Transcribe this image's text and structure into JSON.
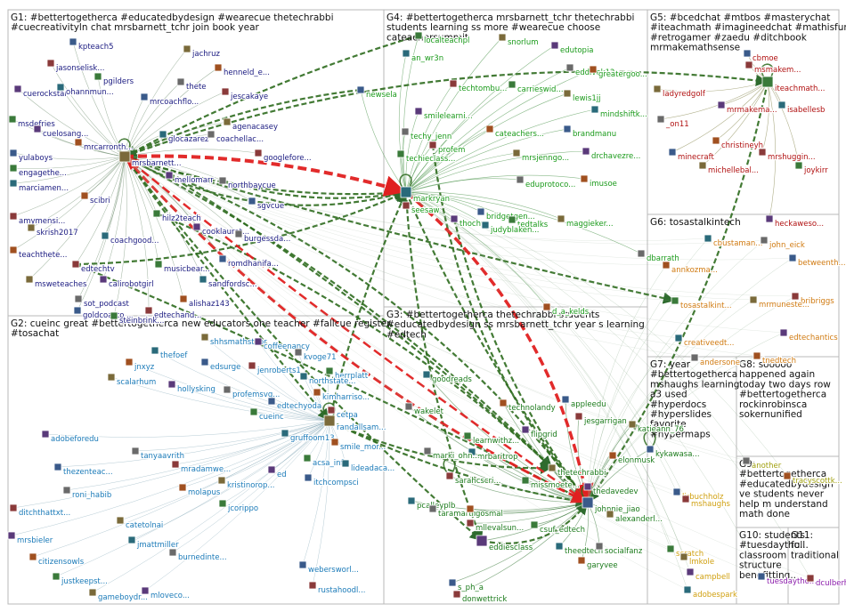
{
  "groups": [
    {
      "id": "G1",
      "lines": [
        "G1: #bettertogetherca #educatedbydesign #wearecue thetechrabbi",
        "#cuecreativityln chat mrsbarnett_tchr join book year"
      ],
      "color": "#1a1a80"
    },
    {
      "id": "G2",
      "lines": [
        "G2: cueinc great #bettertogetherca new educators one teacher #fallcue register",
        "#tosachat"
      ],
      "color": "#1a7ab8"
    },
    {
      "id": "G3",
      "lines": [
        "G3: #bettertogetherca thetechrabbi students",
        "#educatedbydesign ss mrsbarnett_tchr year s learning",
        "#edtech"
      ],
      "color": "#1a7a1a"
    },
    {
      "id": "G4",
      "lines": [
        "G4: #bettertogetherca mrsbarnett_tchr thetechrabbi",
        "students learning ss more #wearecue choose",
        "cateachersummit"
      ],
      "color": "#1a9a1a"
    },
    {
      "id": "G5",
      "lines": [
        "G5: #bcedchat #mtbos #masterychat",
        "#iteachmath #imagineedchat #mathisfun",
        "#retrogamer #zaedu #ditchbook",
        "mrmakemathsense"
      ],
      "color": "#b01010"
    },
    {
      "id": "G6",
      "lines": [
        "G6: tosastalkintech"
      ],
      "color": "#d07a10"
    },
    {
      "id": "G7",
      "lines": [
        "G7: year",
        "#bettertogetherca",
        "mshaughs learning",
        "a3 used",
        "#hyperdocs",
        "#hyperslides",
        "favorite",
        "#hypermaps"
      ],
      "color": "#d0a010"
    },
    {
      "id": "G8",
      "lines": [
        "G8: sooooo",
        "happened again",
        "today two days row",
        "#bettertogetherca",
        "rockinrobinsca",
        "sokernunified"
      ],
      "color": "#a0a010"
    },
    {
      "id": "G9",
      "lines": [
        "G9:",
        "#bettertogetherca",
        "#educatedbydesign",
        "ve students never",
        "help m understand",
        "math done"
      ],
      "color": "#5a2a8a"
    },
    {
      "id": "G10",
      "lines": [
        "G10: students",
        "#tuesdaytho...",
        "classroom",
        "structure",
        "benefitting..."
      ],
      "color": "#8a1aaa"
    },
    {
      "id": "G11",
      "lines": [
        "G11:",
        "full",
        "traditional"
      ],
      "color": "#8a1aaa"
    }
  ],
  "nodes": [
    {
      "label": "kpteach5",
      "g": "G1"
    },
    {
      "label": "jasonselisk...",
      "g": "G1"
    },
    {
      "label": "pgilders",
      "g": "G1"
    },
    {
      "label": "jachruz",
      "g": "G1"
    },
    {
      "label": "cuerockstar",
      "g": "G1"
    },
    {
      "label": "ohannmun...",
      "g": "G1"
    },
    {
      "label": "thete",
      "g": "G1"
    },
    {
      "label": "henneld_e...",
      "g": "G1"
    },
    {
      "label": "mrcoachflo...",
      "g": "G1"
    },
    {
      "label": "jescakaye",
      "g": "G1"
    },
    {
      "label": "msdefries",
      "g": "G1"
    },
    {
      "label": "agenacasey",
      "g": "G1"
    },
    {
      "label": "cuelosang...",
      "g": "G1"
    },
    {
      "label": "glocazarez",
      "g": "G1"
    },
    {
      "label": "coachellac...",
      "g": "G1"
    },
    {
      "label": "mrcarronth...",
      "g": "G1"
    },
    {
      "label": "yulaboys",
      "g": "G1"
    },
    {
      "label": "googlefore...",
      "g": "G1"
    },
    {
      "label": "engagethe...",
      "g": "G1"
    },
    {
      "label": "mrsbarnett...",
      "g": "G1"
    },
    {
      "label": "mellomarr",
      "g": "G1"
    },
    {
      "label": "marciamen...",
      "g": "G1"
    },
    {
      "label": "northbaycue",
      "g": "G1"
    },
    {
      "label": "scibri",
      "g": "G1"
    },
    {
      "label": "sgvcue",
      "g": "G1"
    },
    {
      "label": "amymensi...",
      "g": "G1"
    },
    {
      "label": "hilz2teach",
      "g": "G1"
    },
    {
      "label": "skrish2017",
      "g": "G1"
    },
    {
      "label": "cooklaurat...",
      "g": "G1"
    },
    {
      "label": "coachgood...",
      "g": "G1"
    },
    {
      "label": "burgessda...",
      "g": "G1"
    },
    {
      "label": "teachthete...",
      "g": "G1"
    },
    {
      "label": "romdhanifa...",
      "g": "G1"
    },
    {
      "label": "edtechtv",
      "g": "G1"
    },
    {
      "label": "musicbear...",
      "g": "G1"
    },
    {
      "label": "msweteaches",
      "g": "G1"
    },
    {
      "label": "calirobotgirl",
      "g": "G1"
    },
    {
      "label": "sandfordsc...",
      "g": "G1"
    },
    {
      "label": "sot_podcast",
      "g": "G1"
    },
    {
      "label": "alishaz143",
      "g": "G1"
    },
    {
      "label": "goldcoasto...",
      "g": "G1"
    },
    {
      "label": "edtechand...",
      "g": "G1"
    },
    {
      "label": "steinbrink...",
      "g": "G1"
    },
    {
      "label": "shhsmathsthor",
      "g": "G2"
    },
    {
      "label": "coffeenancy",
      "g": "G2"
    },
    {
      "label": "thefoef",
      "g": "G2"
    },
    {
      "label": "kvoge71",
      "g": "G2"
    },
    {
      "label": "jnxyz",
      "g": "G2"
    },
    {
      "label": "edsurge",
      "g": "G2"
    },
    {
      "label": "jenroberts1",
      "g": "G2"
    },
    {
      "label": "herrplatt",
      "g": "G2"
    },
    {
      "label": "scalarhum",
      "g": "G2"
    },
    {
      "label": "hollysking",
      "g": "G2"
    },
    {
      "label": "northstate...",
      "g": "G2"
    },
    {
      "label": "profemsvg...",
      "g": "G2"
    },
    {
      "label": "kimharriso...",
      "g": "G2"
    },
    {
      "label": "edtechyoda",
      "g": "G2"
    },
    {
      "label": "cetpa",
      "g": "G2"
    },
    {
      "label": "cueinc",
      "g": "G2"
    },
    {
      "label": "randallsam...",
      "g": "G2"
    },
    {
      "label": "adobeforedu",
      "g": "G2"
    },
    {
      "label": "gruffoom13",
      "g": "G2"
    },
    {
      "label": "tanyaavrith",
      "g": "G2"
    },
    {
      "label": "smile_mor...",
      "g": "G2"
    },
    {
      "label": "thezenteac...",
      "g": "G2"
    },
    {
      "label": "mradamwe...",
      "g": "G2"
    },
    {
      "label": "acsa_info",
      "g": "G2"
    },
    {
      "label": "kristinorop...",
      "g": "G2"
    },
    {
      "label": "ed",
      "g": "G2"
    },
    {
      "label": "lideadaca...",
      "g": "G2"
    },
    {
      "label": "roni_habib",
      "g": "G2"
    },
    {
      "label": "molapus",
      "g": "G2"
    },
    {
      "label": "itchcompsci",
      "g": "G2"
    },
    {
      "label": "ditchthattxt...",
      "g": "G2"
    },
    {
      "label": "jcorippo",
      "g": "G2"
    },
    {
      "label": "catetolnai",
      "g": "G2"
    },
    {
      "label": "mrsbieler",
      "g": "G2"
    },
    {
      "label": "jmattmiller",
      "g": "G2"
    },
    {
      "label": "burnedinte...",
      "g": "G2"
    },
    {
      "label": "citizensowls",
      "g": "G2"
    },
    {
      "label": "webersworl...",
      "g": "G2"
    },
    {
      "label": "rustahoodl...",
      "g": "G2"
    },
    {
      "label": "justkeepst...",
      "g": "G2"
    },
    {
      "label": "gameboydr...",
      "g": "G2"
    },
    {
      "label": "mloveco...",
      "g": "G2"
    },
    {
      "label": "goodreads",
      "g": "G3"
    },
    {
      "label": "wakelet",
      "g": "G3"
    },
    {
      "label": "technolandy",
      "g": "G3"
    },
    {
      "label": "appleedu",
      "g": "G3"
    },
    {
      "label": "jesgarrigan",
      "g": "G3"
    },
    {
      "label": "learnwithz...",
      "g": "G3"
    },
    {
      "label": "katieann_76",
      "g": "G3"
    },
    {
      "label": "flipgrid",
      "g": "G3"
    },
    {
      "label": "mrbaritrop",
      "g": "G3"
    },
    {
      "label": "marki_ohn...",
      "g": "G3"
    },
    {
      "label": "elonmusk",
      "g": "G3"
    },
    {
      "label": "kykawasa...",
      "g": "G3"
    },
    {
      "label": "sarahcscri...",
      "g": "G3"
    },
    {
      "label": "missmoete...",
      "g": "G3"
    },
    {
      "label": "thetechrabbi",
      "g": "G3"
    },
    {
      "label": "thedavedev",
      "g": "G3"
    },
    {
      "label": "pcalleyplb",
      "g": "G3"
    },
    {
      "label": "taramartin...",
      "g": "G3"
    },
    {
      "label": "gosmal",
      "g": "G3"
    },
    {
      "label": "johnnie_jiao",
      "g": "G3"
    },
    {
      "label": "mllevalsun...",
      "g": "G3"
    },
    {
      "label": "csuf_edtech",
      "g": "G3"
    },
    {
      "label": "alexanderl...",
      "g": "G3"
    },
    {
      "label": "eddiesclass",
      "g": "G3"
    },
    {
      "label": "theedtech",
      "g": "G3"
    },
    {
      "label": "socialfanz",
      "g": "G3"
    },
    {
      "label": "garyvee",
      "g": "G3"
    },
    {
      "label": "s_ph_a",
      "g": "G3"
    },
    {
      "label": "donwettrick",
      "g": "G3"
    },
    {
      "label": "localteachpl",
      "g": "G4"
    },
    {
      "label": "snorlum",
      "g": "G4"
    },
    {
      "label": "edutopia",
      "g": "G4"
    },
    {
      "label": "an_wr3n",
      "g": "G4"
    },
    {
      "label": "eddivek12",
      "g": "G4"
    },
    {
      "label": "greatergoo...",
      "g": "G4"
    },
    {
      "label": "newsela",
      "g": "G4"
    },
    {
      "label": "techtombu...",
      "g": "G4"
    },
    {
      "label": "carrieswid...",
      "g": "G4"
    },
    {
      "label": "lewis1jj",
      "g": "G4"
    },
    {
      "label": "smilelearni...",
      "g": "G4"
    },
    {
      "label": "mindshiftk...",
      "g": "G4"
    },
    {
      "label": "techy_jenn",
      "g": "G4"
    },
    {
      "label": "cateachers...",
      "g": "G4"
    },
    {
      "label": "brandmanu",
      "g": "G4"
    },
    {
      "label": "profem",
      "g": "G4"
    },
    {
      "label": "techieclass...",
      "g": "G4"
    },
    {
      "label": "mrsjenngo...",
      "g": "G4"
    },
    {
      "label": "drchavezre...",
      "g": "G4"
    },
    {
      "label": "markryan",
      "g": "G4"
    },
    {
      "label": "eduprotoco...",
      "g": "G4"
    },
    {
      "label": "imusoe",
      "g": "G4"
    },
    {
      "label": "bridgetgen...",
      "g": "G4"
    },
    {
      "label": "seesaw",
      "g": "G4"
    },
    {
      "label": "tedtalks",
      "g": "G4"
    },
    {
      "label": "maggieker...",
      "g": "G4"
    },
    {
      "label": "thochv",
      "g": "G4"
    },
    {
      "label": "judyblaken...",
      "g": "G4"
    },
    {
      "label": "dbarrath",
      "g": "G4"
    },
    {
      "label": "d_a_kelds",
      "g": "G4"
    },
    {
      "label": "cbmoe",
      "g": "G5"
    },
    {
      "label": "msmakem...",
      "g": "G5"
    },
    {
      "label": "iteachmath...",
      "g": "G5"
    },
    {
      "label": "ladyredgolf",
      "g": "G5"
    },
    {
      "label": "mrmakema...",
      "g": "G5"
    },
    {
      "label": "isabellesb",
      "g": "G5"
    },
    {
      "label": "_on11",
      "g": "G5"
    },
    {
      "label": "christineyh",
      "g": "G5"
    },
    {
      "label": "minecraft",
      "g": "G5"
    },
    {
      "label": "mrshuggin...",
      "g": "G5"
    },
    {
      "label": "joykirr",
      "g": "G5"
    },
    {
      "label": "michellebal...",
      "g": "G5"
    },
    {
      "label": "heckaweso...",
      "g": "G5"
    },
    {
      "label": "cbustaman...",
      "g": "G6"
    },
    {
      "label": "john_eick",
      "g": "G6"
    },
    {
      "label": "annkozma...",
      "g": "G6"
    },
    {
      "label": "betweenth...",
      "g": "G6"
    },
    {
      "label": "bribriggs",
      "g": "G6"
    },
    {
      "label": "tosastalkint...",
      "g": "G6"
    },
    {
      "label": "mrmuneste...",
      "g": "G6"
    },
    {
      "label": "edtechantics",
      "g": "G6"
    },
    {
      "label": "creativeedt...",
      "g": "G6"
    },
    {
      "label": "andersone",
      "g": "G6"
    },
    {
      "label": "tnedtech",
      "g": "G6"
    },
    {
      "label": "lirbuchholz",
      "g": "G7"
    },
    {
      "label": "mshaughs",
      "g": "G7"
    },
    {
      "label": "scratch",
      "g": "G7"
    },
    {
      "label": "lmkole",
      "g": "G7"
    },
    {
      "label": "campbell",
      "g": "G7"
    },
    {
      "label": "adobespark",
      "g": "G7"
    },
    {
      "label": "another",
      "g": "G8"
    },
    {
      "label": "tracyscottk...",
      "g": "G8"
    },
    {
      "label": "tuesdaytho...",
      "g": "G10"
    },
    {
      "label": "dculberhow...",
      "g": "G11"
    }
  ]
}
